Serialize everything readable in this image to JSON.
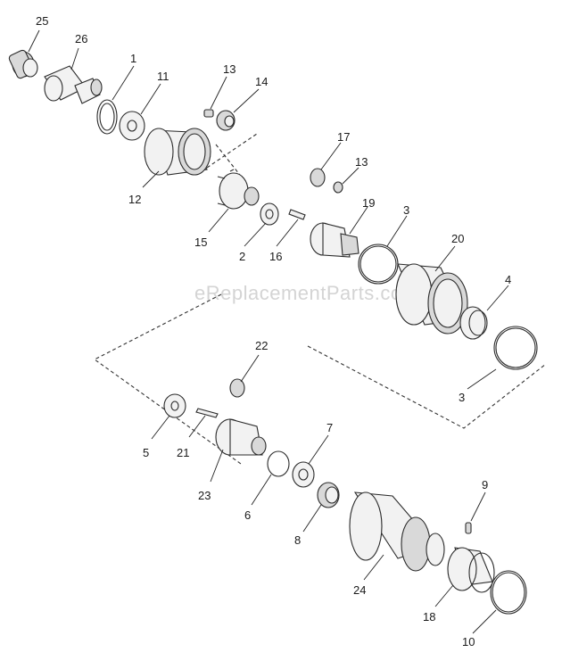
{
  "watermark": "eReplacementParts.com",
  "labels": {
    "p25": "25",
    "p26": "26",
    "p1": "1",
    "p11": "11",
    "p13a": "13",
    "p14": "14",
    "p12": "12",
    "p15": "15",
    "p2": "2",
    "p16": "16",
    "p17": "17",
    "p13b": "13",
    "p19": "19",
    "p3a": "3",
    "p20": "20",
    "p4": "4",
    "p3b": "3",
    "p22": "22",
    "p5": "5",
    "p21": "21",
    "p23": "23",
    "p6": "6",
    "p7": "7",
    "p8": "8",
    "p9": "9",
    "p24": "24",
    "p18": "18",
    "p10": "10"
  }
}
